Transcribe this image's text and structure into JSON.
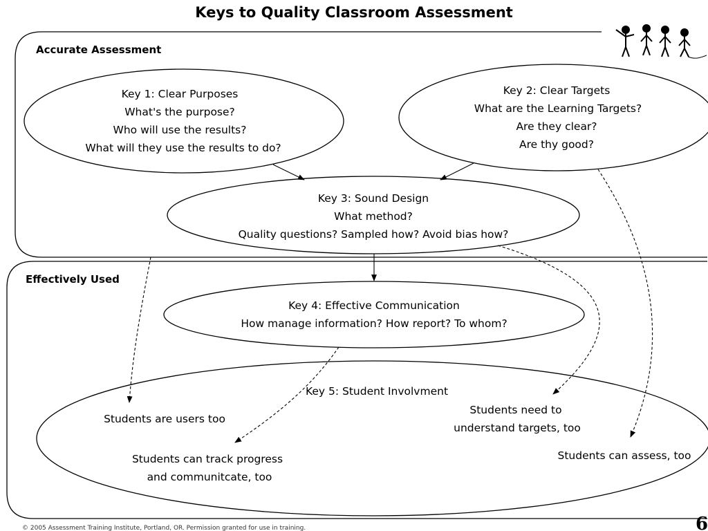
{
  "title": "Keys to Quality Classroom Assessment",
  "sections": {
    "accurate": "Accurate Assessment",
    "effective": "Effectively Used"
  },
  "key1": [
    "Key 1: Clear Purposes",
    "What's the purpose?",
    "Who will use the results?",
    "What will they use the results to do?"
  ],
  "key2": [
    "Key 2: Clear Targets",
    "What are the Learning Targets?",
    "Are they clear?",
    "Are thy good?"
  ],
  "key3": [
    "Key 3: Sound Design",
    "What method?",
    "Quality questions? Sampled how? Avoid bias how?"
  ],
  "key4": [
    "Key 4: Effective Communication",
    "How manage information? How report? To whom?"
  ],
  "key5": {
    "title": "Key 5: Student Involvment",
    "users": "Students are users too",
    "understand": [
      "Students need to",
      "understand targets, too"
    ],
    "track": [
      "Students can track progress",
      "and communitcate, too"
    ],
    "assess": "Students can assess, too"
  },
  "footer": "© 2005 Assessment Training Institute, Portland, OR.  Permission granted for use in training.",
  "page_number": "6"
}
